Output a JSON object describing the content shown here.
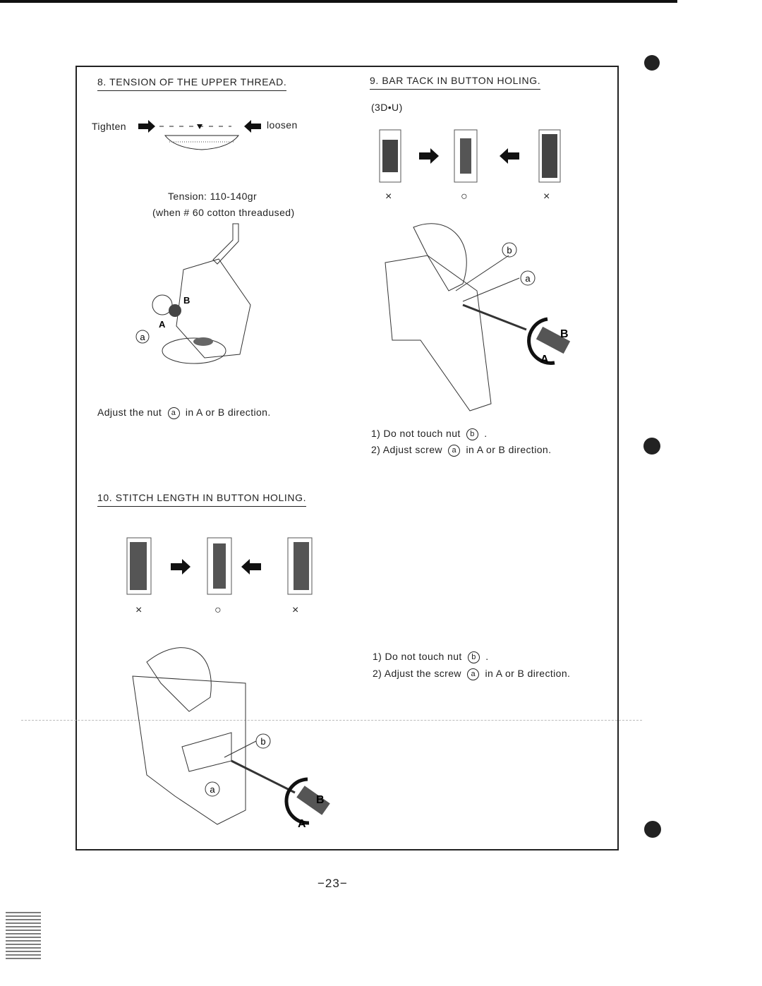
{
  "sections": {
    "tension": {
      "heading": "8. TENSION OF THE UPPER THREAD.",
      "tighten_label": "Tighten",
      "loosen_label": "loosen",
      "tension_value": "Tension: 110-140gr",
      "thread_note": "(when # 60 cotton threadused)",
      "instruction_pre": "Adjust the nut",
      "instruction_marker": "a",
      "instruction_post": "in A or B direction.",
      "callout_a": "a"
    },
    "bar_tack": {
      "heading": "9. BAR TACK IN BUTTON HOLING.",
      "model": "(3D•U)",
      "marks": [
        "×",
        "○",
        "×"
      ],
      "callout_b": "b",
      "callout_a": "a",
      "rotation_b": "B",
      "rotation_a": "A",
      "steps": [
        {
          "num": "1)",
          "pre": "Do not touch nut",
          "marker": "b",
          "post": "."
        },
        {
          "num": "2)",
          "pre": "Adjust screw",
          "marker": "a",
          "post": "in A or B direction."
        }
      ]
    },
    "stitch_length": {
      "heading": "10. STITCH LENGTH IN BUTTON HOLING.",
      "marks": [
        "×",
        "○",
        "×"
      ],
      "callout_b": "b",
      "callout_a": "a",
      "rotation_b": "B",
      "rotation_a": "A",
      "steps": [
        {
          "num": "1)",
          "pre": "Do not touch nut",
          "marker": "b",
          "post": "."
        },
        {
          "num": "2)",
          "pre": "Adjust the screw",
          "marker": "a",
          "post": "in A or B direction."
        }
      ]
    }
  },
  "page_number": "−23−"
}
